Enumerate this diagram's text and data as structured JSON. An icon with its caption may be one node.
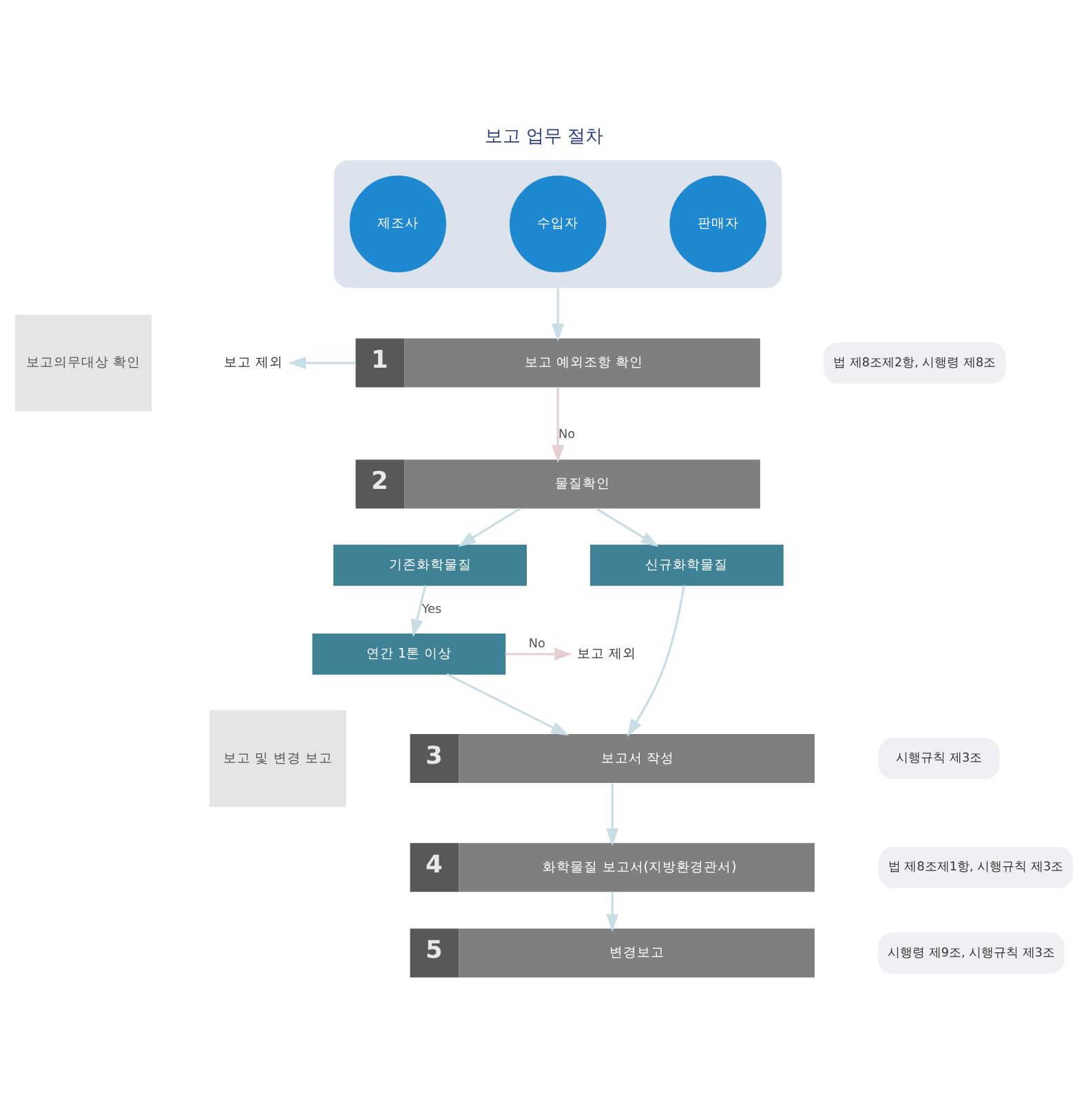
{
  "diagram": {
    "title": "보고 업무 절차",
    "nodes": [
      {
        "text": [],
        "shape": "box"
      },
      {
        "text": [
          "제조사"
        ],
        "in": 0
      },
      {
        "text": [
          "수입자"
        ],
        "in": 0
      },
      {
        "text": [
          "판매자"
        ],
        "in": 0
      },
      {
        "text": [
          "보고의무대상 확인"
        ]
      },
      {
        "text": [
          "1",
          "보고 예외조항 확인"
        ]
      },
      {
        "text": [
          "법 제8조제2항, 시행령 제8조"
        ]
      },
      {
        "text": [
          "보고 제외"
        ]
      },
      {
        "text": [
          "2",
          "물질확인"
        ]
      },
      {
        "text": [
          "기존화학물질"
        ]
      },
      {
        "text": [
          "신규화학물질"
        ]
      },
      {
        "text": [
          "연간 1톤 이상"
        ]
      },
      {
        "text": [
          "보고 제외"
        ]
      },
      {
        "text": [
          "보고 및 변경 보고"
        ]
      },
      {
        "text": [
          "3",
          "보고서 작성"
        ]
      },
      {
        "text": [
          "시행규칙 제3조"
        ]
      },
      {
        "text": [
          "4",
          "화학물질 보고서(지방환경관서)"
        ]
      },
      {
        "text": [
          "법 제8조제1항, 시행규칙 제3조"
        ]
      },
      {
        "text": [
          "5",
          "변경보고"
        ]
      },
      {
        "text": [
          "시행령 제9조, 시행규칙 제3조"
        ]
      }
    ],
    "edges": [
      {
        "from": 0,
        "to": 5,
        "arrow": "to"
      },
      {
        "from": 5,
        "to": 7,
        "arrow": "to"
      },
      {
        "from": 5,
        "to": 8,
        "arrow": "to",
        "label": "No",
        "color": "#e6cfd1"
      },
      {
        "from": 8,
        "to": 9,
        "arrow": "to"
      },
      {
        "from": 8,
        "to": 10,
        "arrow": "to"
      },
      {
        "from": 9,
        "to": 11,
        "arrow": "to",
        "label": "Yes"
      },
      {
        "from": 11,
        "to": 12,
        "arrow": "to",
        "label": "No",
        "color": "#e6cfd1"
      },
      {
        "from": 10,
        "to": 14,
        "arrow": "to"
      },
      {
        "from": 11,
        "to": 14,
        "arrow": "to"
      },
      {
        "from": 14,
        "to": 16,
        "arrow": "to"
      },
      {
        "from": 16,
        "to": 18,
        "arrow": "to"
      }
    ]
  }
}
